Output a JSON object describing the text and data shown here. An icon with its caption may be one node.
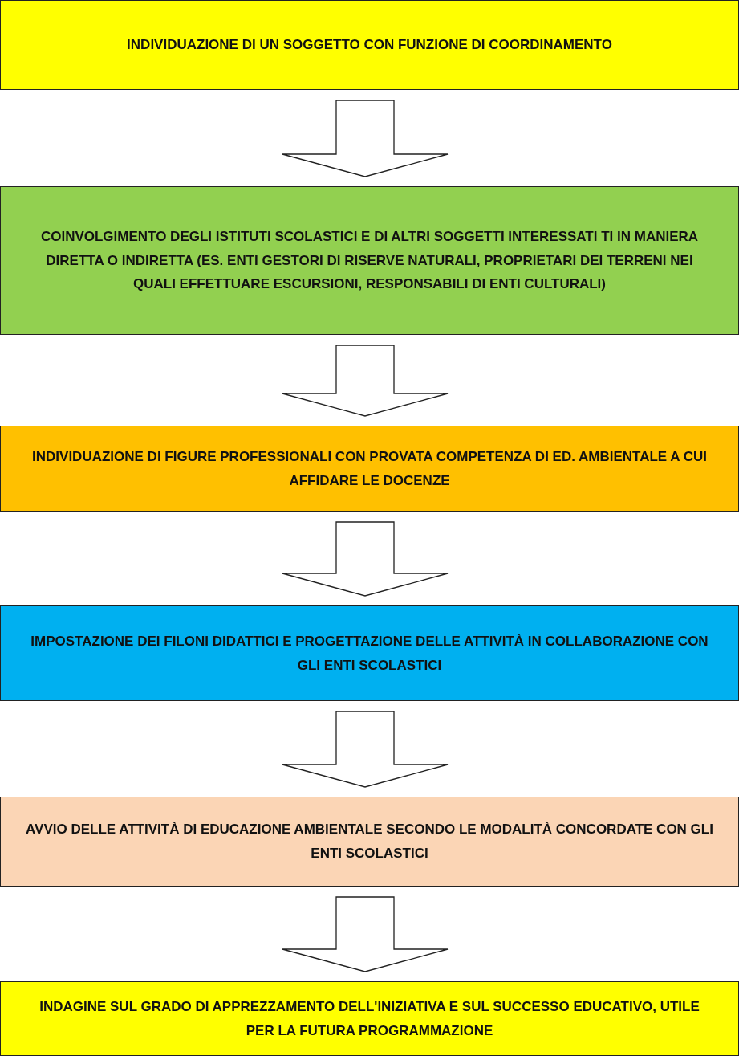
{
  "diagram": {
    "nodes": [
      {
        "text": [
          "INDIVIDUAZIONE DI UN SOGGETTO CON FUNZIONE DI COORDINAMENTO"
        ]
      },
      {
        "text": [
          "COINVOLGIMENTO DEGLI ISTITUTI SCOLASTICI E DI ALTRI SOGGETTI INTERESSATI TI IN MANIERA DIRETTA O INDIRETTA (ES. ENTI GESTORI DI RISERVE NATURALI, PROPRIETARI DEI TERRENI NEI QUALI EFFETTUARE ESCURSIONI, RESPONSABILI DI ENTI CULTURALI)"
        ]
      },
      {
        "text": [
          "INDIVIDUAZIONE DI FIGURE PROFESSIONALI CON PROVATA COMPETENZA DI ED. AMBIENTALE A CUI AFFIDARE LE DOCENZE"
        ]
      },
      {
        "text": [
          "IMPOSTAZIONE DEI FILONI DIDATTICI E PROGETTAZIONE DELLE ATTIVITÀ IN COLLABORAZIONE CON GLI ENTI SCOLASTICI"
        ]
      },
      {
        "text": [
          "AVVIO DELLE ATTIVITÀ DI EDUCAZIONE AMBIENTALE SECONDO LE MODALITÀ CONCORDATE CON GLI ENTI SCOLASTICI"
        ]
      },
      {
        "text": [
          "INDAGINE SUL GRADO DI APPREZZAMENTO DELL'INIZIATIVA E SUL SUCCESSO EDUCATIVO, UTILE PER LA FUTURA PROGRAMMAZIONE"
        ]
      }
    ],
    "edges": [
      {
        "from": 0,
        "to": 1,
        "arrow": "to"
      },
      {
        "from": 1,
        "to": 2,
        "arrow": "to"
      },
      {
        "from": 2,
        "to": 3,
        "arrow": "to"
      },
      {
        "from": 3,
        "to": 4,
        "arrow": "to"
      },
      {
        "from": 4,
        "to": 5,
        "arrow": "to"
      }
    ]
  }
}
